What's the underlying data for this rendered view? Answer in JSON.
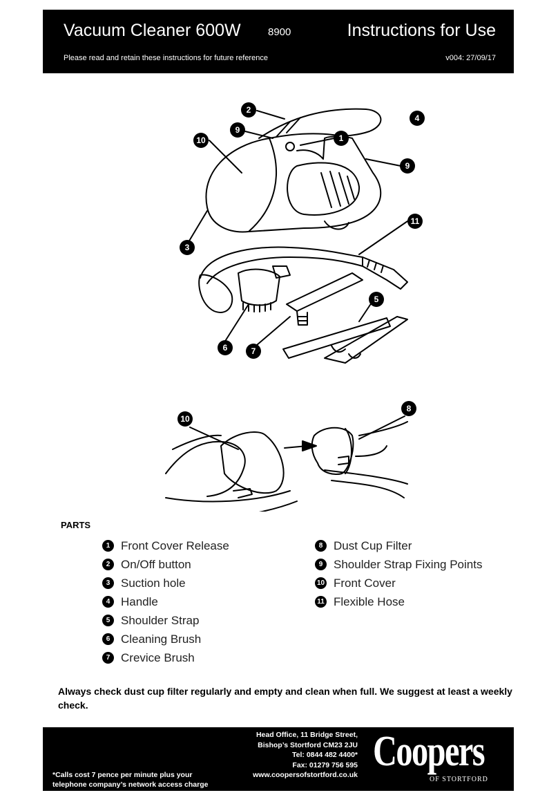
{
  "header": {
    "title": "Vacuum Cleaner 600W",
    "model": "8900",
    "right_title": "Instructions for Use",
    "subtitle": "Please read and retain these instructions for future reference",
    "version": "v004: 27/09/17"
  },
  "diagram": {
    "callouts": [
      "2",
      "4",
      "9",
      "1",
      "10",
      "9",
      "3",
      "11",
      "5",
      "6",
      "7"
    ],
    "callouts_2": [
      "10",
      "8"
    ]
  },
  "parts": {
    "title": "PARTS",
    "items": [
      {
        "num": "1",
        "label": "Front Cover Release"
      },
      {
        "num": "2",
        "label": "On/Off button"
      },
      {
        "num": "3",
        "label": "Suction hole"
      },
      {
        "num": "4",
        "label": "Handle"
      },
      {
        "num": "5",
        "label": "Shoulder Strap"
      },
      {
        "num": "6",
        "label": "Cleaning Brush"
      },
      {
        "num": "7",
        "label": "Crevice Brush"
      },
      {
        "num": "8",
        "label": "Dust Cup Filter"
      },
      {
        "num": "9",
        "label": "Shoulder Strap Fixing Points"
      },
      {
        "num": "10",
        "label": "Front Cover"
      },
      {
        "num": "11",
        "label": "Flexible Hose"
      }
    ]
  },
  "note": "Always check dust cup filter regularly and empty and clean when full. We suggest at least a weekly check.",
  "footer": {
    "address": [
      "Head Office, 11 Bridge Street,",
      "Bishop’s Stortford  CM23 2JU",
      "Tel: 0844 482 4400*",
      "Fax: 01279 756 595",
      "www.coopersofstortford.co.uk"
    ],
    "calls_note": [
      "*Calls cost 7 pence per minute plus your",
      "telephone company’s  network access charge"
    ],
    "logo": "Coopers",
    "logo_sub": "OF STORTFORD"
  }
}
